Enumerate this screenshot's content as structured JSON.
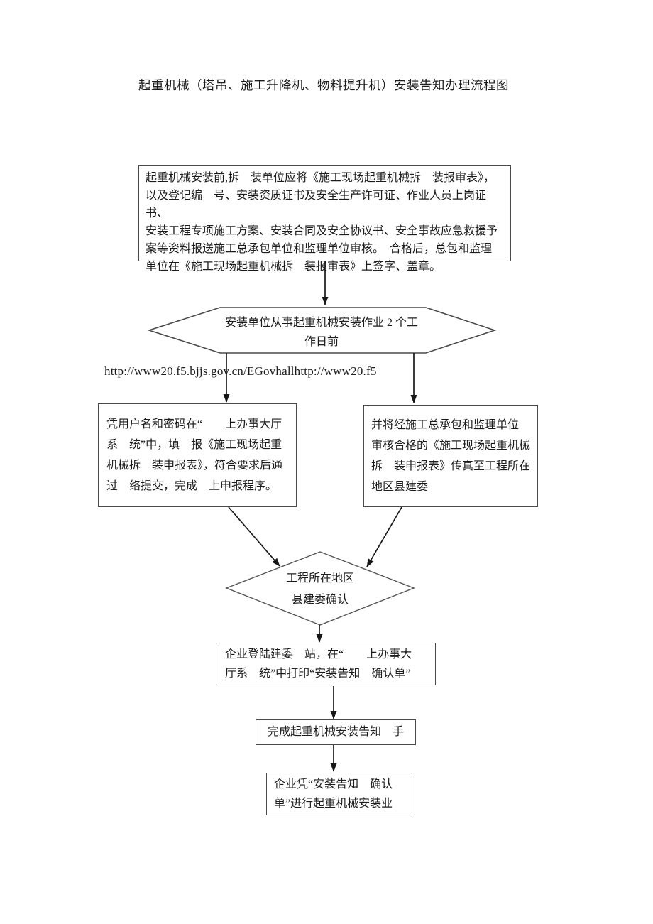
{
  "page": {
    "title": "起重机械（塔吊、施工升降机、物料提升机）安装告知办理流程图"
  },
  "colors": {
    "text": "#1c1c1c",
    "border": "#4a4a4a",
    "connector": "#1a1a1a",
    "background": "#ffffff"
  },
  "nodes": {
    "prepare": {
      "lines": [
        "起重机械安装前,拆　装单位应将《施工现场起重机械拆　装报审表》，",
        "以及登记编　号、安装资质证书及安全生产许可证、作业人员上岗证书、",
        "安装工程专项施工方案、安装合同及安全协议书、安全事故应急救援予",
        "案等资料报送施工总承包单位和监理单位审核。　合格后，总包和监理",
        "单位在《施工现场起重机械拆　装报审表》上签字、盖章。"
      ]
    },
    "timing": {
      "lines": [
        "安装单位从事起重机械安装作业 2 个工",
        "作日前"
      ]
    },
    "url": {
      "text": "http://www20.f5.bjjs.gov.cn/EGovhallhttp://www20.f5"
    },
    "online_declare": {
      "lines": [
        "凭用户名和密码在“　　上办事大厅",
        "系　统”中，填　报《施工现场起重",
        "机械拆　装申报表》，符合要求后通",
        "过　络提交，完成　上申报程序。"
      ]
    },
    "fax_declare": {
      "lines": [
        "并将经施工总承包和监理单位",
        "审核合格的《施工现场起重机械",
        "拆　装申报表》传真至工程所在",
        "地区县建委"
      ]
    },
    "confirm": {
      "lines": [
        "工程所在地区",
        "县建委确认"
      ]
    },
    "print_notice": {
      "lines": [
        "企业登陆建委　站，在“　　上办事大",
        "厅系　统”中打印“安装告知　确认单”"
      ]
    },
    "complete": {
      "lines": [
        "完成起重机械安装告知　手"
      ]
    },
    "proceed": {
      "lines": [
        "企业凭“安装告知　确认",
        "单”进行起重机械安装业"
      ]
    }
  }
}
